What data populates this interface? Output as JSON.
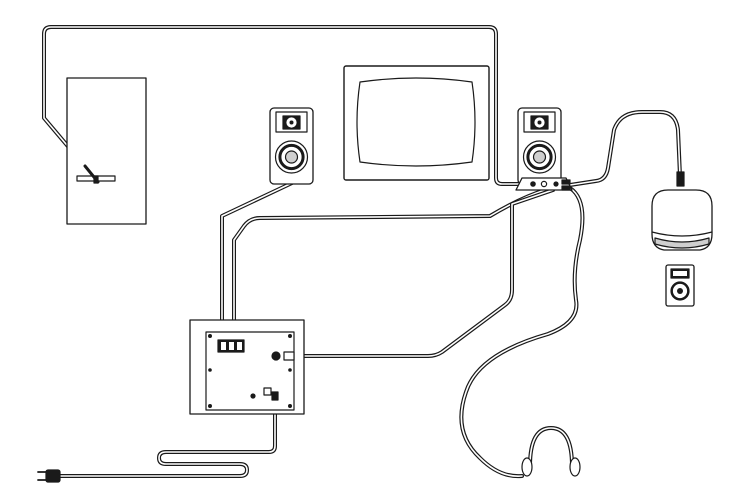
{
  "diagram": {
    "components": [
      {
        "id": "pc-tower",
        "icon": "computer-tower-icon"
      },
      {
        "id": "monitor",
        "icon": "monitor-icon"
      },
      {
        "id": "left-satellite-speaker",
        "icon": "speaker-icon"
      },
      {
        "id": "right-satellite-speaker",
        "icon": "speaker-icon"
      },
      {
        "id": "control-pod",
        "icon": "control-pod-icon"
      },
      {
        "id": "subwoofer",
        "icon": "subwoofer-icon"
      },
      {
        "id": "headphones",
        "icon": "headphones-icon"
      },
      {
        "id": "cd-player",
        "icon": "cd-player-icon"
      },
      {
        "id": "mp3-player",
        "icon": "mp3-player-icon"
      },
      {
        "id": "power-plug",
        "icon": "power-plug-icon"
      }
    ],
    "connections": [
      {
        "from": "pc-tower",
        "to": "control-pod",
        "kind": "audio-input-cable"
      },
      {
        "from": "control-pod",
        "to": "cd-player",
        "kind": "auxiliary-input-cable"
      },
      {
        "from": "left-satellite-speaker",
        "to": "subwoofer",
        "kind": "speaker-cable"
      },
      {
        "from": "control-pod",
        "to": "subwoofer",
        "kind": "speaker-cable"
      },
      {
        "from": "control-pod",
        "to": "subwoofer",
        "kind": "control-cable"
      },
      {
        "from": "control-pod",
        "to": "headphones",
        "kind": "headphone-cable"
      },
      {
        "from": "subwoofer",
        "to": "power-plug",
        "kind": "power-cord"
      }
    ],
    "colors": {
      "line": "#1a1a1a",
      "fill": "#ffffff",
      "shade": "#cfcfcf",
      "dark": "#222222"
    }
  }
}
